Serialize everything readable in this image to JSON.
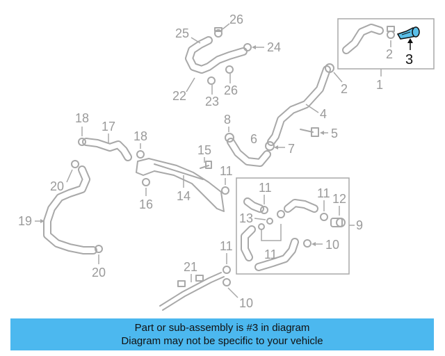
{
  "diagram": {
    "callouts": {
      "c1": "1",
      "c2a": "2",
      "c2b": "2",
      "c3": "3",
      "c4": "4",
      "c5": "5",
      "c6": "6",
      "c7": "7",
      "c8": "8",
      "c9": "9",
      "c10a": "10",
      "c10b": "10",
      "c11a": "11",
      "c11b": "11",
      "c11c": "11",
      "c11d": "11",
      "c11e": "11",
      "c12": "12",
      "c13": "13",
      "c14": "14",
      "c15": "15",
      "c16": "16",
      "c17": "17",
      "c18a": "18",
      "c18b": "18",
      "c19": "19",
      "c20a": "20",
      "c20b": "20",
      "c21": "21",
      "c22": "22",
      "c23": "23",
      "c24": "24",
      "c25": "25",
      "c26a": "26",
      "c26b": "26"
    },
    "highlight_color": "#5bbfe8"
  },
  "banner": {
    "line1": "Part or sub-assembly is #3 in diagram",
    "line2": "Diagram may not be specific to your vehicle",
    "color": "#4cb8ef"
  }
}
